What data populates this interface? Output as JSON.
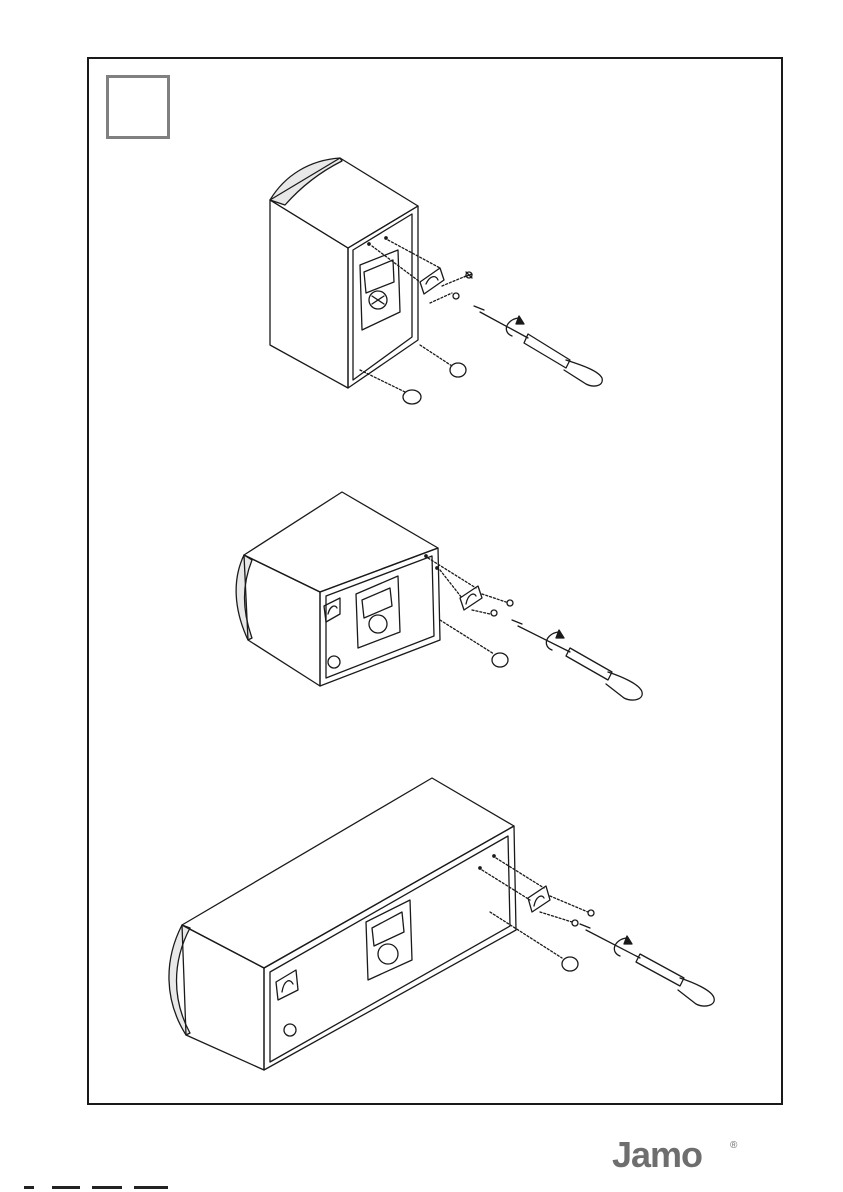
{
  "brand": {
    "logo_text": "Jamo",
    "logo_mark": "®"
  },
  "colors": {
    "line": "#1a1a1a",
    "step_box": "#808080",
    "logo": "#6e6e6e"
  },
  "illustrations": [
    {
      "name": "small-speaker",
      "icon": "speaker-cabinet-icon"
    },
    {
      "name": "medium-speaker",
      "icon": "speaker-cabinet-icon"
    },
    {
      "name": "center-speaker",
      "icon": "speaker-cabinet-icon"
    }
  ]
}
